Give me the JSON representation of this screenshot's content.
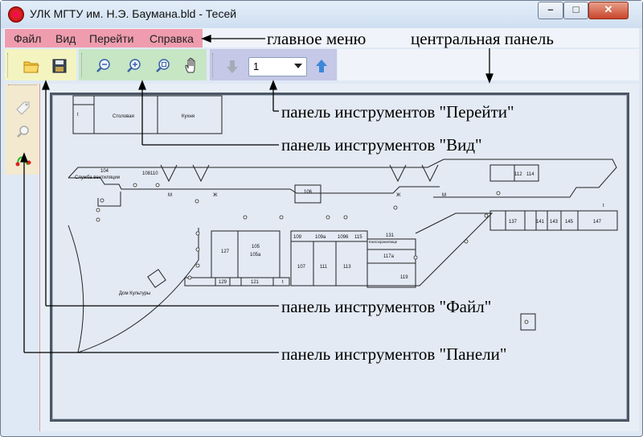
{
  "window": {
    "title": "УЛК МГТУ им. Н.Э. Баумана.bld - Тесей",
    "controls": {
      "minimize": "–",
      "maximize": "□",
      "close": "✕"
    }
  },
  "menu": {
    "items": [
      "Файл",
      "Вид",
      "Перейти",
      "Справка"
    ]
  },
  "toolbar": {
    "file": {
      "open_icon": "folder-open-icon",
      "save_icon": "floppy-save-icon"
    },
    "view": {
      "icons": [
        "zoom-out-icon",
        "zoom-in-icon",
        "zoom-fit-icon",
        "hand-pan-icon"
      ]
    },
    "go": {
      "down_icon": "arrow-down-icon",
      "floor_value": "1",
      "up_icon": "arrow-up-icon"
    }
  },
  "side_panel": {
    "icons": [
      "tag-icon",
      "search-icon",
      "route-icon"
    ]
  },
  "annotations": {
    "main_menu": "главное меню",
    "central_panel": "центральная панель",
    "go_toolbar": "панель инструментов \"Перейти\"",
    "view_toolbar": "панель инструментов \"Вид\"",
    "file_toolbar": "панель инструментов \"Файл\"",
    "panels_toolbar": "панель инструментов \"Панели\""
  },
  "plan": {
    "labels": {
      "dining": "Столовая",
      "kitchen": "Кухня",
      "r104": "104",
      "ventilation": "Служба вентиляции",
      "r127": "127",
      "r105": "105",
      "r105a": "105а",
      "r109": "109",
      "r109a": "109а",
      "r1096": "1096",
      "r115": "115",
      "r131": "131",
      "bookstore": "Книгохранилище",
      "r117a": "117а",
      "r107": "107",
      "r111": "111",
      "r113": "113",
      "r119": "119",
      "r129": "129",
      "r121": "121",
      "culture_house": "Дом Культуры",
      "r112": "112",
      "r114": "114",
      "r137": "137",
      "r141": "141",
      "r143": "143",
      "r145": "145",
      "r147": "147",
      "m_left": "М",
      "zh_left": "Ж",
      "zh_right": "Ж",
      "m_right": "М",
      "r106": "106",
      "r108": "108",
      "r110": "110",
      "stair_t1": "t",
      "stair_t2": "t",
      "stair_t3": "t"
    }
  },
  "colors": {
    "menu_highlight": "#ef9cae",
    "file_toolbar": "#f4f4c0",
    "view_toolbar": "#c7e6c4",
    "go_toolbar": "#c5c8e6",
    "side_panel": "#f3e9cf"
  }
}
